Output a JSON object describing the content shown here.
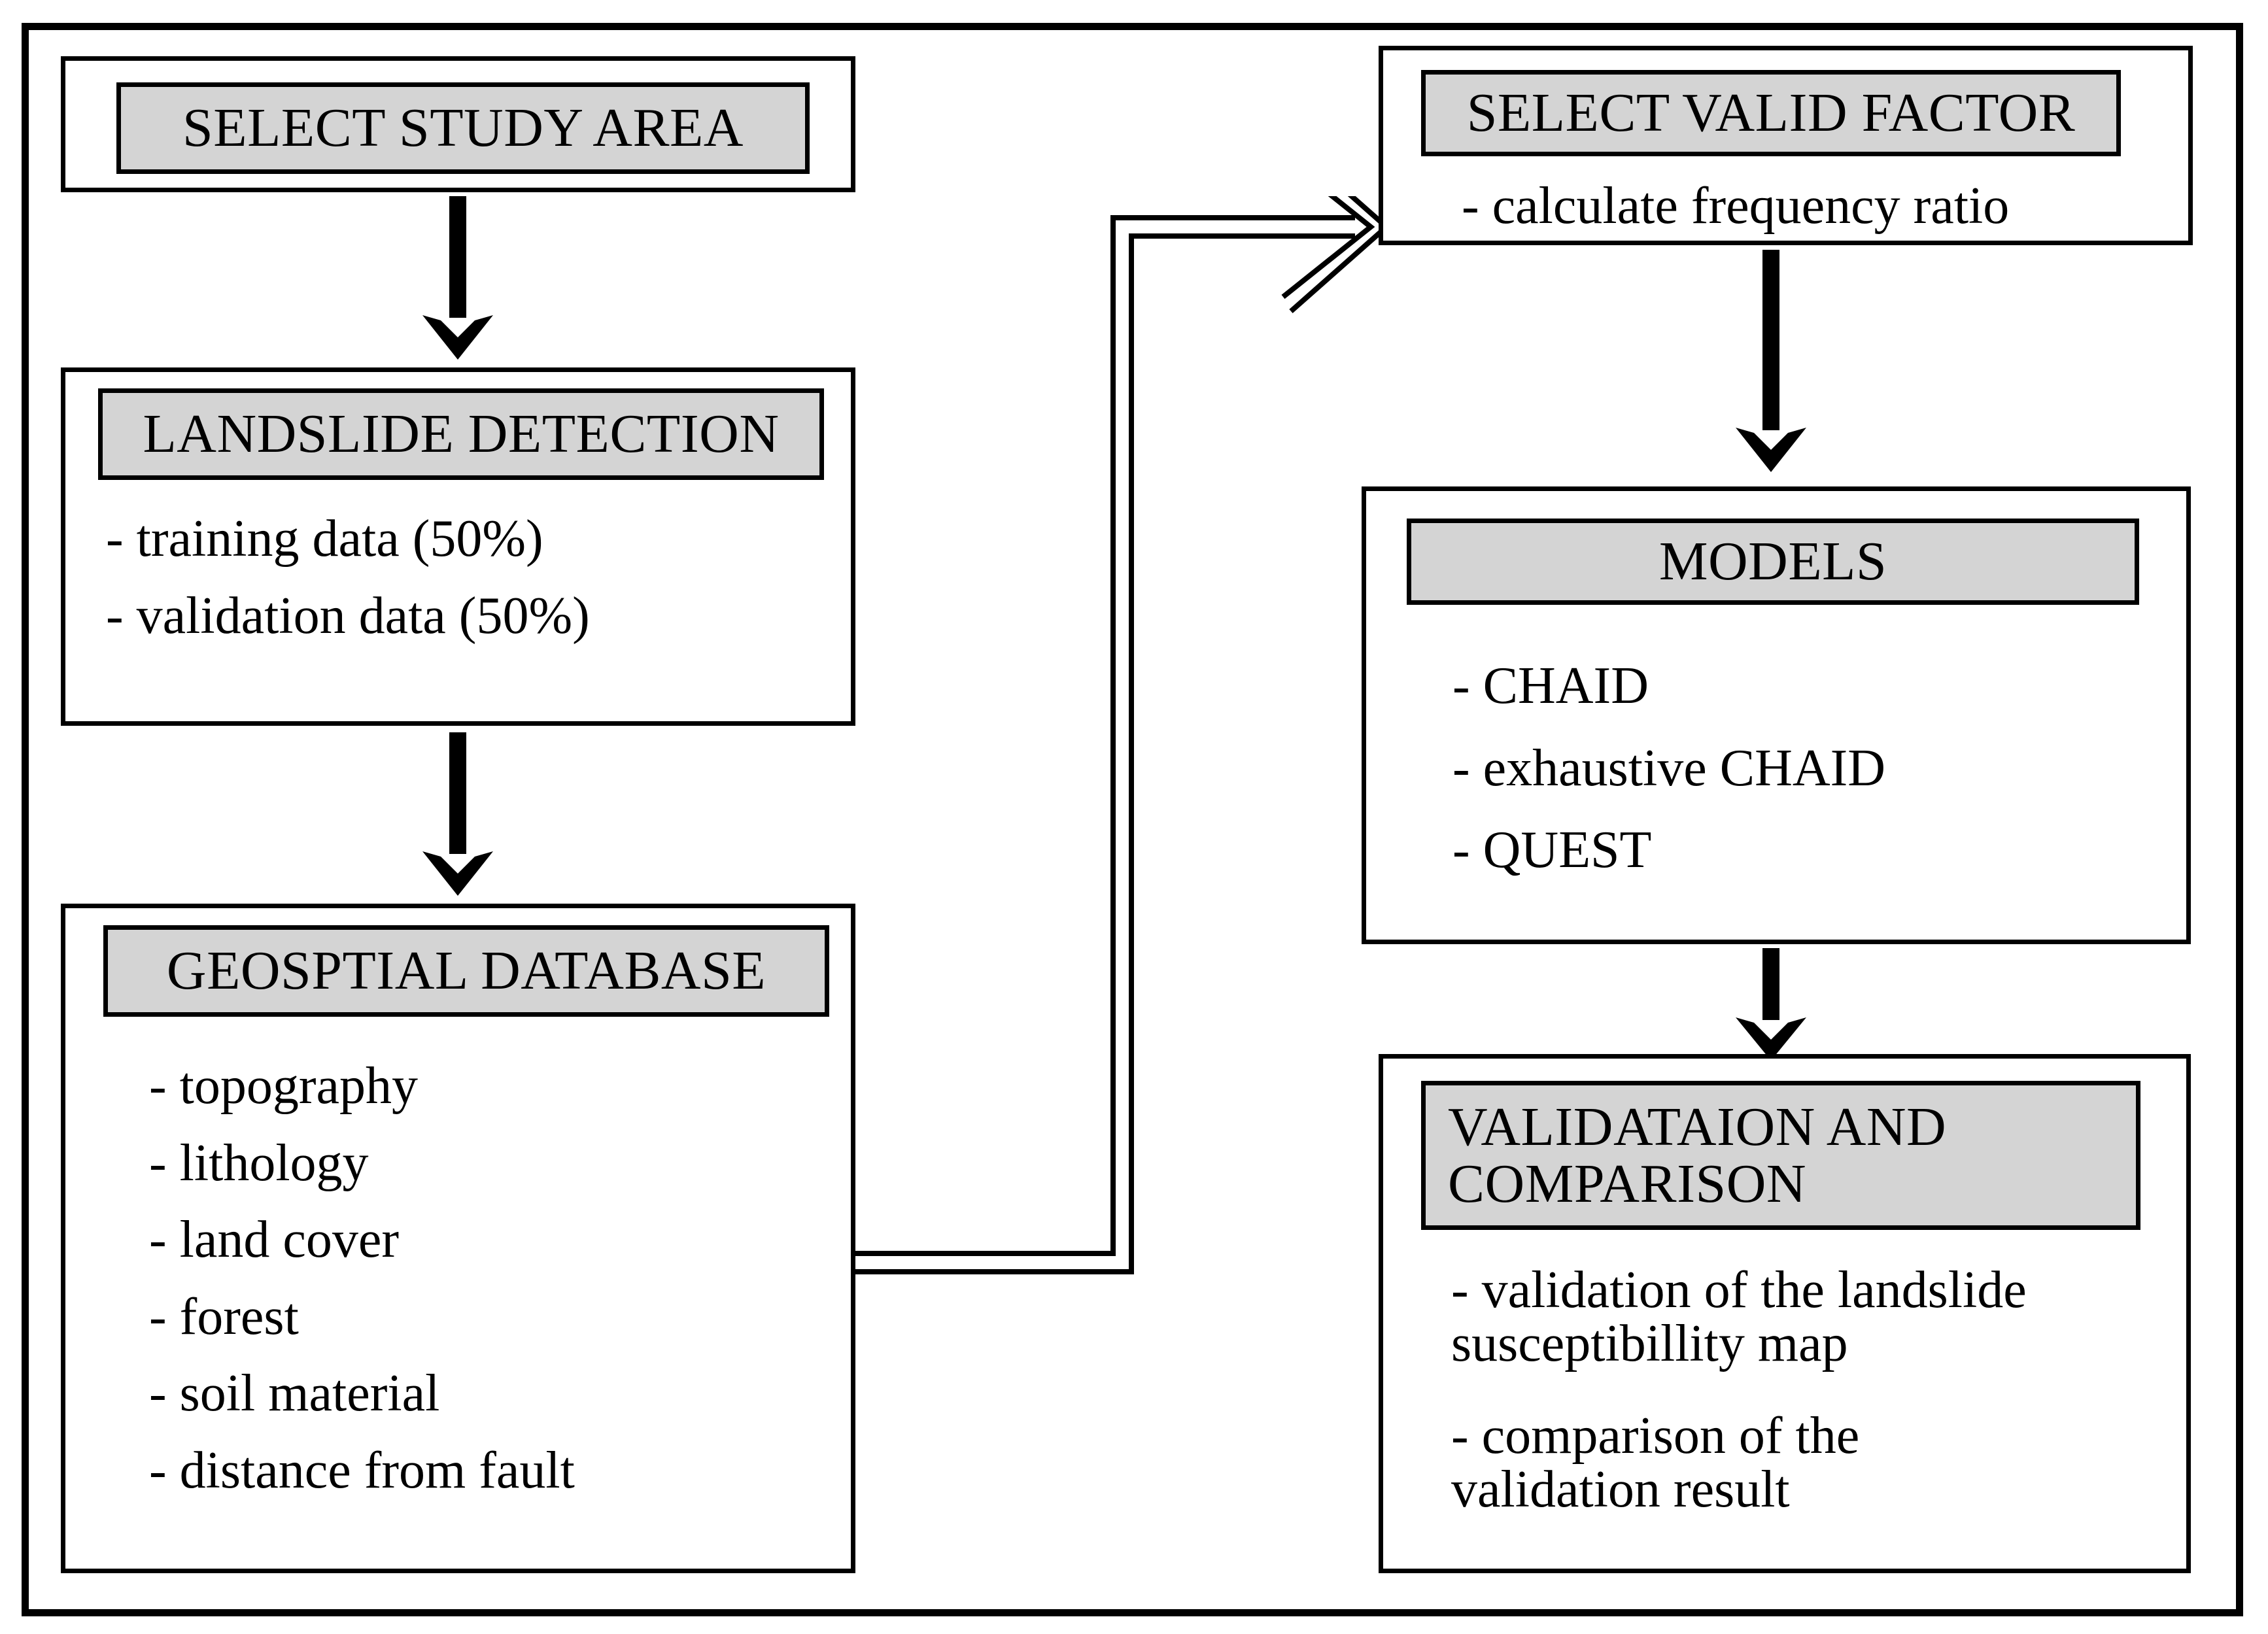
{
  "diagram": {
    "title": "Landslide susceptibility methodology flowchart",
    "type": "flowchart",
    "colors": {
      "banner_fill": "#d4d4d4",
      "stroke": "#000000",
      "box_fill": "#ffffff",
      "page_background": "#ffffff"
    },
    "nodes": [
      {
        "id": "select-study-area",
        "header": "SELECT STUDY AREA",
        "items": []
      },
      {
        "id": "landslide-detection",
        "header": "LANDSLIDE DETECTION",
        "items": [
          "- training data (50%)",
          "- validation data (50%)"
        ]
      },
      {
        "id": "geosptial-database",
        "header": "GEOSPTIAL DATABASE",
        "items": [
          "- topography",
          "- lithology",
          "- land cover",
          "- forest",
          "- soil material",
          "- distance from fault"
        ]
      },
      {
        "id": "select-valid-factor",
        "header": "SELECT VALID FACTOR",
        "items": [
          "- calculate frequency ratio"
        ]
      },
      {
        "id": "models",
        "header": "MODELS",
        "items": [
          "- CHAID",
          "- exhaustive CHAID",
          "- QUEST"
        ]
      },
      {
        "id": "validation-and-comparison",
        "header": "VALIDATAION AND\nCOMPARISON",
        "items": [
          "- validation of the landslide\n  susceptibillity map",
          "- comparison of the\n  validation result"
        ]
      }
    ],
    "edges": [
      {
        "id": "edge-study-to-detection",
        "from": "select-study-area",
        "to": "landslide-detection",
        "style": "solid-filled-arrow",
        "direction": "down"
      },
      {
        "id": "edge-detection-to-database",
        "from": "landslide-detection",
        "to": "geosptial-database",
        "style": "solid-filled-arrow",
        "direction": "down"
      },
      {
        "id": "edge-database-to-factor",
        "from": "geosptial-database",
        "to": "select-valid-factor",
        "style": "hollow-elbow-arrow",
        "direction": "right-up-right"
      },
      {
        "id": "edge-factor-to-models",
        "from": "select-valid-factor",
        "to": "models",
        "style": "solid-filled-arrow",
        "direction": "down"
      },
      {
        "id": "edge-models-to-validation",
        "from": "models",
        "to": "validation-and-comparison",
        "style": "solid-filled-arrow",
        "direction": "down"
      }
    ]
  }
}
